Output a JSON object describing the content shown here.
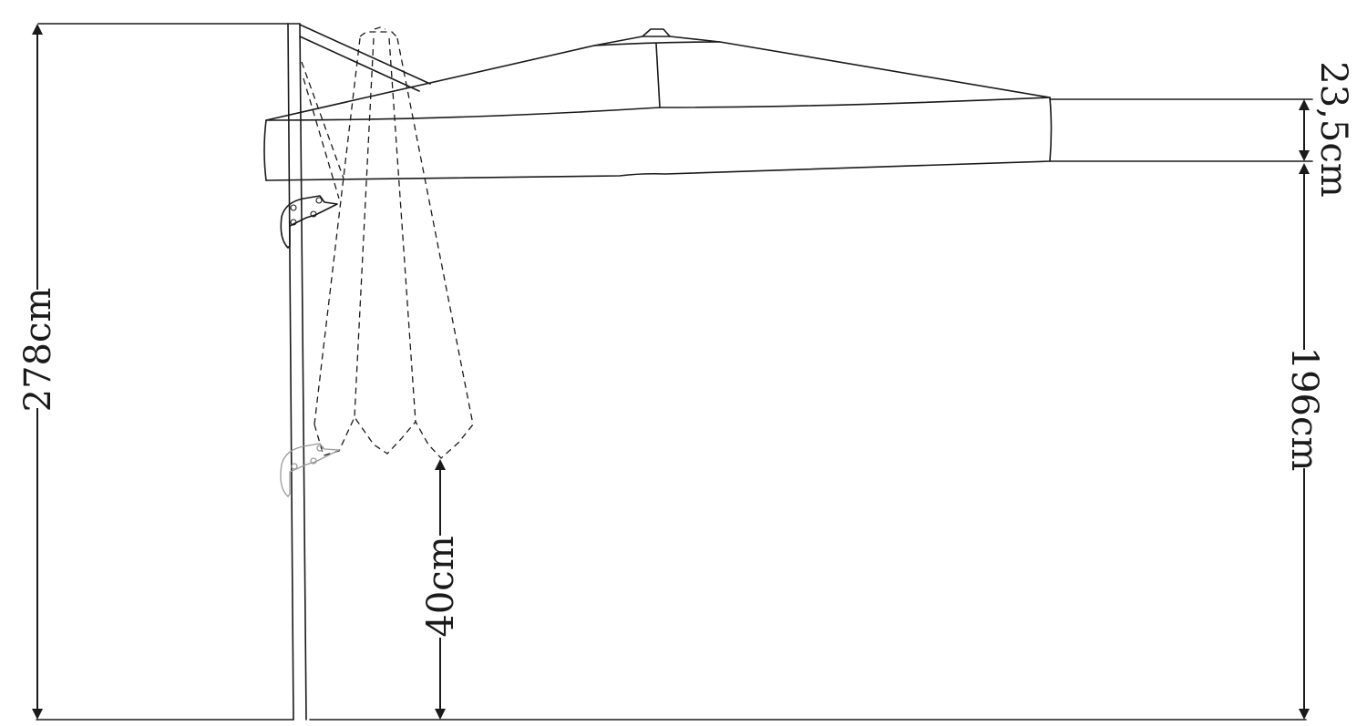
{
  "dimensions": {
    "total_height": "278cm",
    "canopy_thickness": "23,5cm",
    "canopy_clearance": "196cm",
    "folded_clearance": "40cm"
  }
}
